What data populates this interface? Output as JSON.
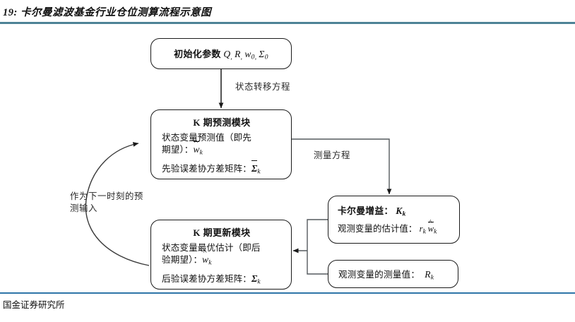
{
  "figure": {
    "title": "19: 卡尔曼滤波基金行业仓位测算流程示意图",
    "source": "国金证券研究所",
    "rule_top_color": "#4E8396",
    "rule_bottom_color": "#2E75A8"
  },
  "nodes": {
    "init": {
      "text": "初始化参数",
      "math": "Q, R, w0, Σ0"
    },
    "predict": {
      "title": "K 期预测模块",
      "line1_a": "状态变量预测值（即先",
      "line1_b": "期望）：",
      "line1_math": "ŵ⁻k",
      "line2": "先验误差协方差矩阵：",
      "line2_math": "Σ⁻k"
    },
    "update": {
      "title": "K 期更新模块",
      "line1_a": "状态变量最优估计（即后",
      "line1_b": "验期望）：",
      "line1_math": "ŵk",
      "line2": "后验误差协方差矩阵：",
      "line2_math": "Σk"
    },
    "gain": {
      "title": "卡尔曼增益：",
      "title_math": "Kk",
      "line1": "观测变量的估计值：",
      "line1_math": "rk ŵ⁻k"
    },
    "measure": {
      "line1": "观测变量的测量值：",
      "line1_math": "Rk"
    }
  },
  "edges": {
    "transition": "状态转移方程",
    "measurement": "测量方程",
    "feedback": "作为下一时刻的预测输入"
  }
}
